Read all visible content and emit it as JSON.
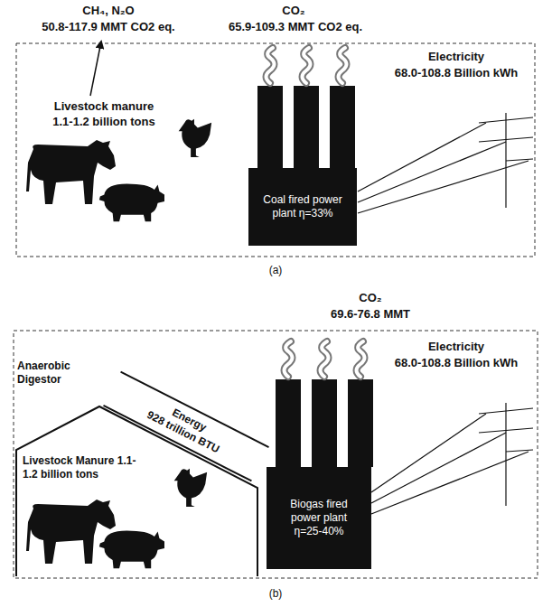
{
  "diagram": {
    "nodes": [
      {
        "text": [
          "Coal fired power plant η=33%"
        ]
      },
      {
        "text": [
          "Anaerobic Digestor",
          "Livestock Manure 1.1-1.2 billion tons"
        ]
      },
      {
        "text": [
          "Energy",
          "928 trillion BTU"
        ]
      },
      {
        "text": [
          "Biogas fired power plant η=25-40%"
        ]
      }
    ],
    "labels": [
      "CH₄, N₂O",
      "50.8-117.9 MMT CO2 eq.",
      "CO₂",
      "65.9-109.3 MMT CO2 eq.",
      "Livestock manure",
      "1.1-1.2 billion tons",
      "Electricity",
      "68.0-108.8 Billion kWh",
      "(a)",
      "CO₂",
      "69.6-76.8 MMT",
      "Electricity",
      "68.0-108.8 Billion kWh",
      "(b)"
    ]
  }
}
